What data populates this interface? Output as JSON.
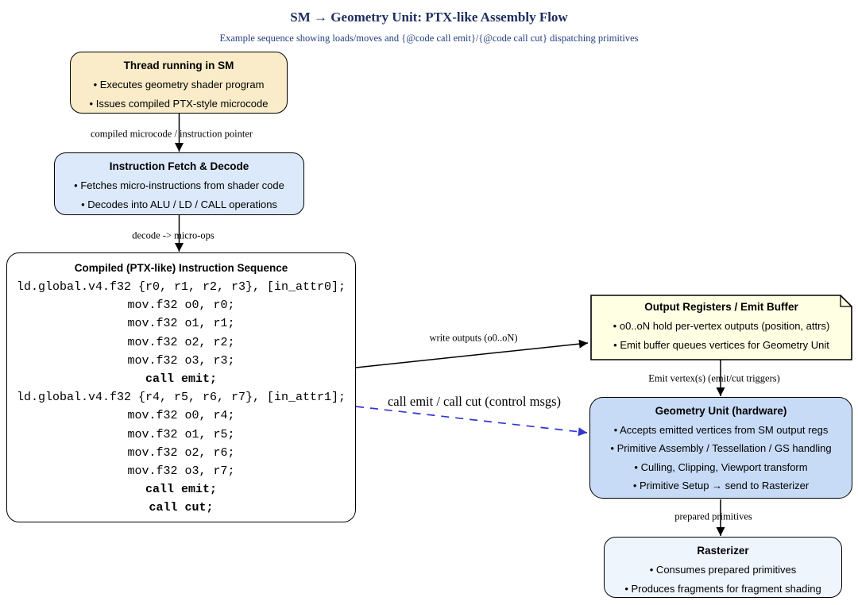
{
  "header": {
    "title": "SM → Geometry Unit: PTX-like Assembly Flow",
    "subtitle": "Example sequence showing loads/moves and {@code call emit}/{@code call cut} dispatching primitives"
  },
  "colors": {
    "title_text": "#1c2e5e",
    "subtitle_text": "#24407f",
    "thread_fill": "#FAECC8",
    "fetch_fill": "#DCE9FB",
    "code_fill": "#FFFFFF",
    "note_fill": "#FFFFE4",
    "geometry_fill": "#C8DBF6",
    "rasterizer_fill": "#EFF5FD",
    "edge_stroke": "#000000",
    "control_edge_stroke": "#3434CF"
  },
  "nodes": {
    "thread": {
      "title": "Thread running in SM",
      "bullets": [
        "• Executes geometry shader program",
        "• Issues compiled PTX-style microcode"
      ]
    },
    "fetch": {
      "title": "Instruction Fetch & Decode",
      "bullets": [
        "• Fetches micro-instructions from shader code",
        "• Decodes into ALU / LD / CALL operations"
      ]
    },
    "code": {
      "title": "Compiled (PTX-like) Instruction Sequence",
      "lines": [
        "ld.global.v4.f32 {r0, r1, r2, r3}, [in_attr0];",
        "mov.f32 o0, r0;",
        "mov.f32 o1, r1;",
        "mov.f32 o2, r2;",
        "mov.f32 o3, r3;",
        "call emit;",
        "ld.global.v4.f32 {r4, r5, r6, r7}, [in_attr1];",
        "mov.f32 o0, r4;",
        "mov.f32 o1, r5;",
        "mov.f32 o2, r6;",
        "mov.f32 o3, r7;",
        "call emit;",
        "call cut;"
      ]
    },
    "output": {
      "title": "Output Registers / Emit Buffer",
      "bullets": [
        "• o0..oN hold per-vertex outputs (position, attrs)",
        "• Emit buffer queues vertices for Geometry Unit"
      ]
    },
    "geometry": {
      "title": "Geometry Unit (hardware)",
      "bullets": [
        "• Accepts emitted vertices from SM output regs",
        "• Primitive Assembly / Tessellation / GS handling",
        "• Culling, Clipping, Viewport transform",
        "• Primitive Setup → send to Rasterizer"
      ]
    },
    "rasterizer": {
      "title": "Rasterizer",
      "bullets": [
        "• Consumes prepared primitives",
        "• Produces fragments for fragment shading"
      ]
    }
  },
  "edges": {
    "thread_to_fetch": "compiled microcode / instruction pointer",
    "fetch_to_code": "decode -> micro-ops",
    "code_to_output": "write outputs (o0..oN)",
    "code_to_geometry": "call emit / call cut (control msgs)",
    "output_to_geometry": "Emit vertex(s) (emit/cut triggers)",
    "geometry_to_rasterizer": "prepared primitives"
  }
}
